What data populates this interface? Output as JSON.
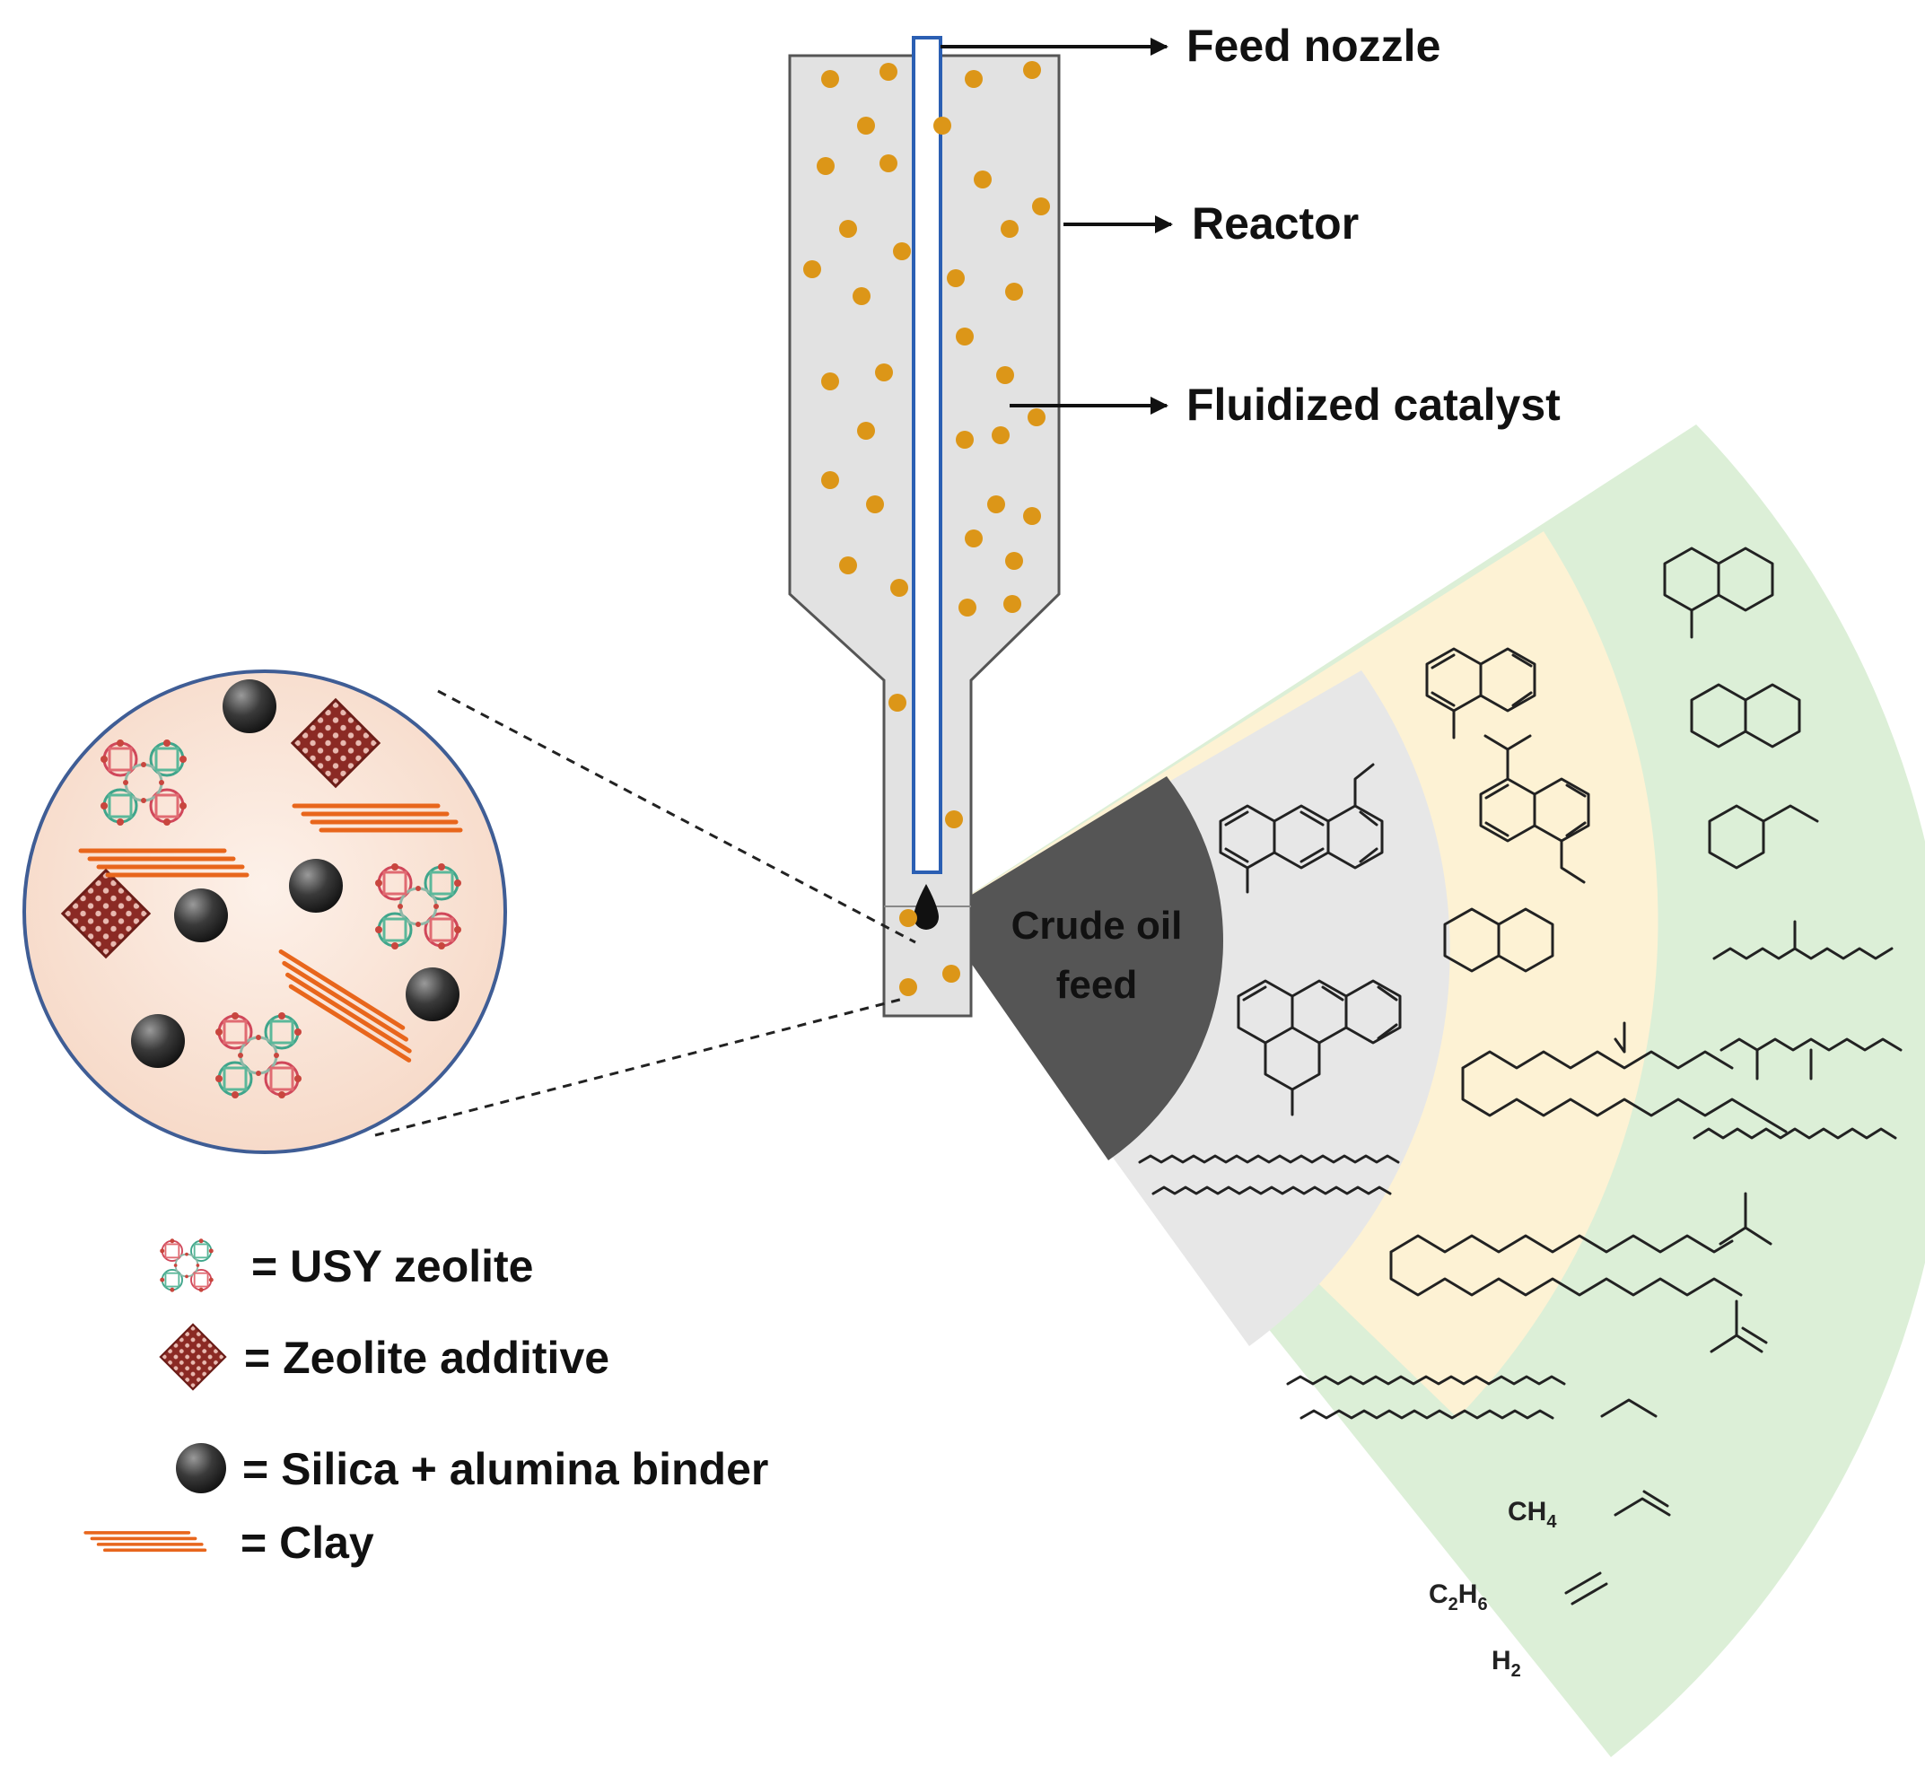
{
  "labels": {
    "feed_nozzle": "Feed nozzle",
    "reactor": "Reactor",
    "fluidized_catalyst": "Fluidized catalyst",
    "crude_line1": "Crude oil",
    "crude_line2": "feed"
  },
  "legend": [
    {
      "icon": "usy-zeolite-icon",
      "text": "= USY zeolite"
    },
    {
      "icon": "zeolite-additive-icon",
      "text": "= Zeolite additive"
    },
    {
      "icon": "binder-sphere-icon",
      "text": "= Silica + alumina binder"
    },
    {
      "icon": "clay-layers-icon",
      "text": "= Clay"
    }
  ],
  "formulas": {
    "ch4": {
      "base": "CH",
      "sub": "4"
    },
    "c2h6": {
      "base1": "C",
      "sub1": "2",
      "base2": "H",
      "sub2": "6"
    },
    "h2": {
      "base": "H",
      "sub": "2"
    }
  },
  "colors": {
    "catalyst_dot": "#dc9618",
    "nozzle_blue": "#2b5fb3",
    "reactor_fill": "#e2e2e2",
    "crude_wedge": "#555555",
    "band_grey": "#e7e7e7",
    "band_yellow": "#fdf2d4",
    "band_green": "#dcefd7",
    "clay_orange": "#e8661c",
    "additive_red": "#8b2a24",
    "binder_dark": "#333333",
    "zoom_circle_fill": "#fbe6da"
  }
}
